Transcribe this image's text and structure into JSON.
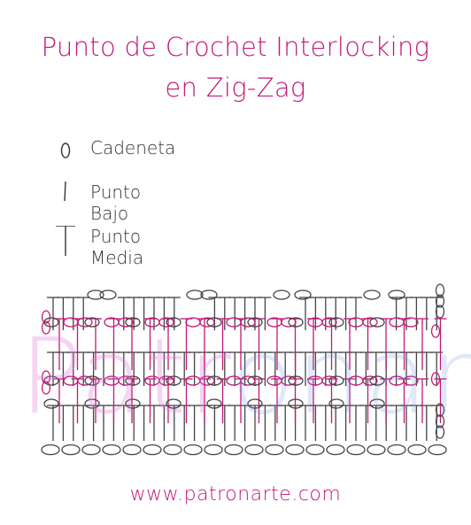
{
  "title": {
    "line1": "Punto de Crochet Interlocking",
    "line2": "en Zig-Zag"
  },
  "legend": [
    {
      "symbol": "chain-symbol-icon",
      "label": "Cadeneta"
    },
    {
      "symbol": "single-crochet-symbol-icon",
      "label": "Punto Bajo"
    },
    {
      "symbol": "half-double-crochet-symbol-icon",
      "label": "Punto Media"
    }
  ],
  "watermark": {
    "part1": "Patr",
    "part2": "onarte"
  },
  "footer": "www.patronarte.com",
  "colors": {
    "brand": "#c2187a",
    "text": "#333333",
    "stitch_dark": "#444444",
    "stitch_pink": "#c2187a"
  }
}
